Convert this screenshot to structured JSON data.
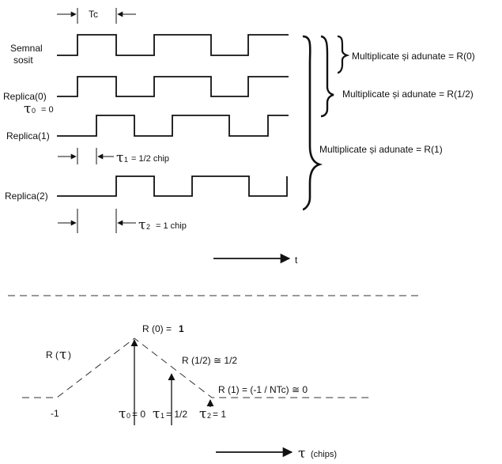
{
  "top": {
    "tc_label": "Tc",
    "signals": [
      {
        "line1": "Semnal",
        "line2": "sosit"
      },
      {
        "line1": "Replica(0)"
      },
      {
        "line1": "Replica(1)"
      },
      {
        "line1": "Replica(2)"
      }
    ],
    "tau0": {
      "sym": "τ",
      "sub": "0",
      "rest": "= 0"
    },
    "tau1": {
      "sym": "τ",
      "sub": "1",
      "rest": "= 1/2 chip"
    },
    "tau2": {
      "sym": "τ",
      "sub": "2",
      "rest": "= 1 chip"
    },
    "brace_labels": [
      "Multiplicate și adunate = R(0)",
      "Multiplicate și adunate = R(1/2)",
      "Multiplicate și adunate = R(1)"
    ],
    "time_axis_label": "t"
  },
  "bottom": {
    "r_tau": {
      "r": "R",
      "open": "(",
      "sym": "τ",
      "close": ")"
    },
    "peak_label": {
      "text": "R (0) =",
      "bold": "1"
    },
    "half_label": "R (1/2)  ≅ 1/2",
    "one_label": "R (1) =  (-1 / NTc) ≅ 0",
    "minus_one": "-1",
    "tau_ticks": [
      {
        "sym": "τ",
        "sub": "0",
        "rest": "= 0"
      },
      {
        "sym": "τ",
        "sub": "1",
        "rest": "= 1/2"
      },
      {
        "sym": "τ",
        "sub": "2",
        "rest": "= 1"
      }
    ],
    "axis_label": {
      "sym": "τ",
      "unit": "(chips)"
    }
  }
}
